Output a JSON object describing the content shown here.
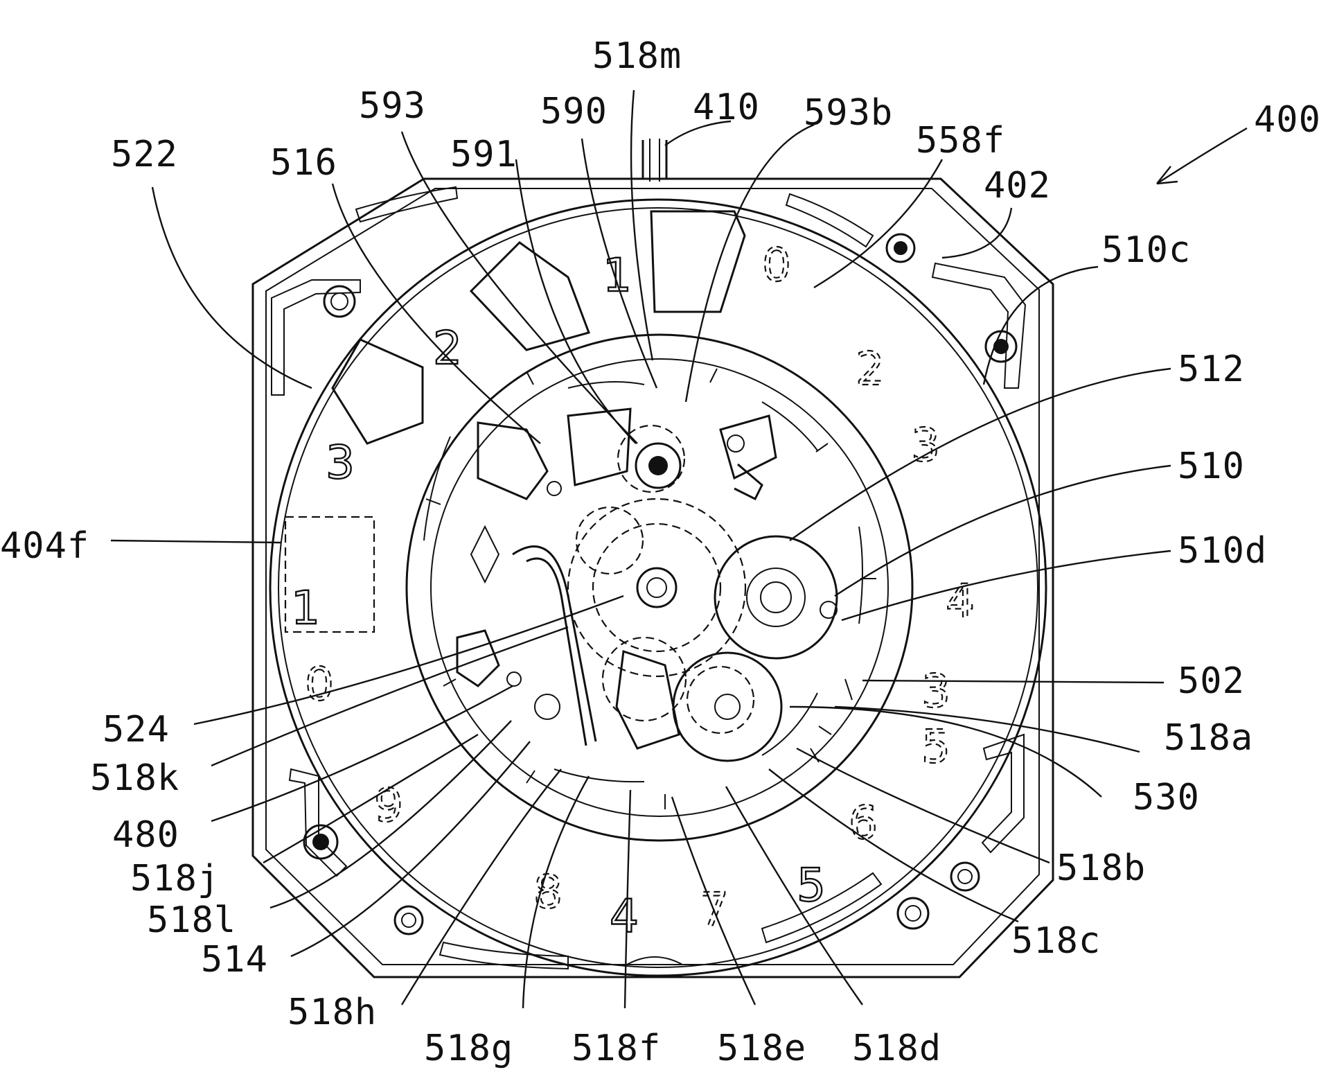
{
  "figure": {
    "reference_labels": [
      {
        "id": "400",
        "text": "400"
      },
      {
        "id": "402",
        "text": "402"
      },
      {
        "id": "410",
        "text": "410"
      },
      {
        "id": "593b",
        "text": "593b"
      },
      {
        "id": "558f",
        "text": "558f"
      },
      {
        "id": "518m",
        "text": "518m"
      },
      {
        "id": "593",
        "text": "593"
      },
      {
        "id": "590",
        "text": "590"
      },
      {
        "id": "591",
        "text": "591"
      },
      {
        "id": "516",
        "text": "516"
      },
      {
        "id": "522",
        "text": "522"
      },
      {
        "id": "510c",
        "text": "510c"
      },
      {
        "id": "512",
        "text": "512"
      },
      {
        "id": "510",
        "text": "510"
      },
      {
        "id": "510d",
        "text": "510d"
      },
      {
        "id": "404f",
        "text": "404f"
      },
      {
        "id": "502",
        "text": "502"
      },
      {
        "id": "518a",
        "text": "518a"
      },
      {
        "id": "530",
        "text": "530"
      },
      {
        "id": "524",
        "text": "524"
      },
      {
        "id": "518k",
        "text": "518k"
      },
      {
        "id": "480",
        "text": "480"
      },
      {
        "id": "518b",
        "text": "518b"
      },
      {
        "id": "518j",
        "text": "518j"
      },
      {
        "id": "518l",
        "text": "518l"
      },
      {
        "id": "518c",
        "text": "518c"
      },
      {
        "id": "514",
        "text": "514"
      },
      {
        "id": "518h",
        "text": "518h"
      },
      {
        "id": "518g",
        "text": "518g"
      },
      {
        "id": "518f",
        "text": "518f"
      },
      {
        "id": "518e",
        "text": "518e"
      },
      {
        "id": "518d",
        "text": "518d"
      }
    ],
    "date_numerals": {
      "solid": [
        "1",
        "2",
        "3",
        "5",
        "4",
        "1"
      ],
      "dashed": [
        "0",
        "2",
        "3",
        "4",
        "5",
        "6",
        "7",
        "8",
        "9",
        "0",
        "3"
      ]
    }
  }
}
